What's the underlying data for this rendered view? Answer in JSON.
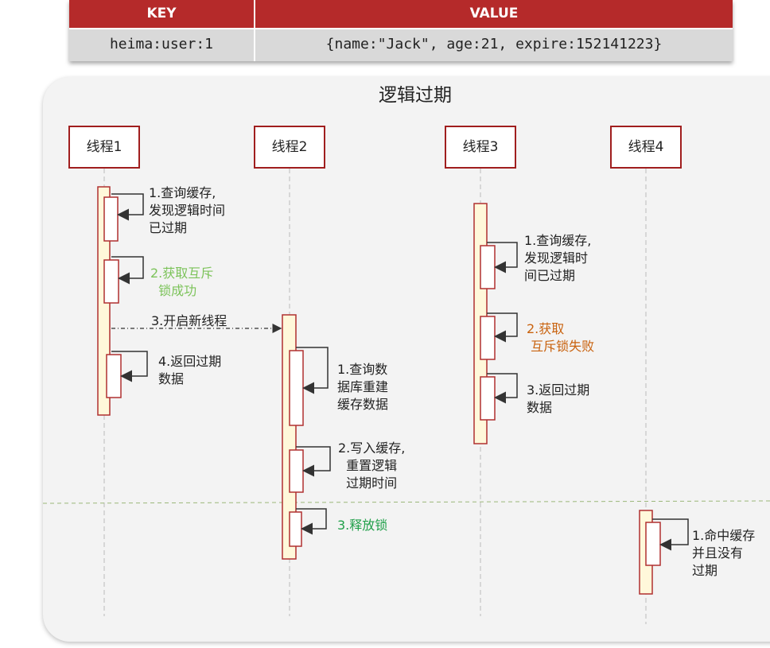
{
  "table": {
    "key_header": "KEY",
    "value_header": "VALUE",
    "key": "heima:user:1",
    "value": "{name:\"Jack\", age:21, expire:152141223}"
  },
  "diagram": {
    "title": "逻辑过期",
    "threads": [
      "线程1",
      "线程2",
      "线程3",
      "线程4"
    ],
    "thread1_notes": [
      "1.查询缓存,\n发现逻辑时间\n已过期",
      "2.获取互斥\n  锁成功",
      "3.开启新线程",
      "4.返回过期\n数据"
    ],
    "thread2_notes": [
      "1.查询数\n据库重建\n缓存数据",
      "2.写入缓存,\n  重置逻辑\n  过期时间",
      "3.释放锁"
    ],
    "thread3_notes": [
      "1.查询缓存,\n发现逻辑时\n间已过期",
      "2.获取\n 互斥锁失败",
      "3.返回过期\n数据"
    ],
    "thread4_notes": [
      "1.命中缓存\n并且没有\n过期"
    ]
  }
}
